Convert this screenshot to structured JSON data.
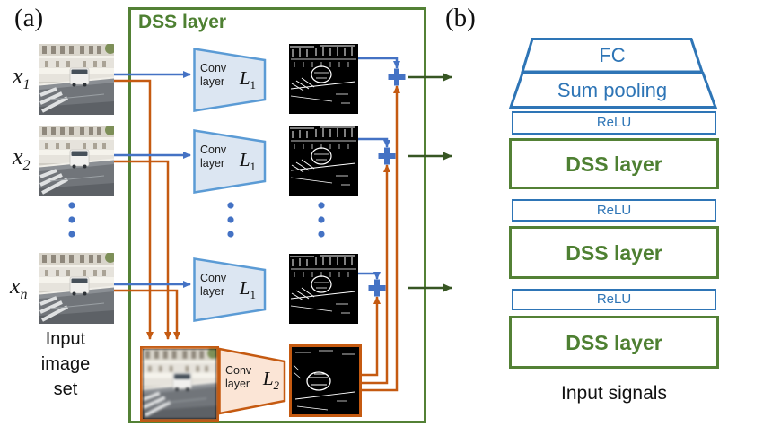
{
  "figure": {
    "panel_a": {
      "label": "(a)",
      "dss_box_title": "DSS layer",
      "inputs": [
        {
          "base": "x",
          "sub": "1"
        },
        {
          "base": "x",
          "sub": "2"
        },
        {
          "base": "x",
          "sub": "n"
        }
      ],
      "caption_lines": [
        "Input",
        "image",
        "set"
      ],
      "conv_l1": {
        "word1": "Conv",
        "word2": "layer",
        "sym_base": "L",
        "sym_sub": "1"
      },
      "conv_l2": {
        "word1": "Conv",
        "word2": "layer",
        "sym_base": "L",
        "sym_sub": "2"
      }
    },
    "panel_b": {
      "label": "(b)",
      "fc": "FC",
      "sum_pooling": "Sum pooling",
      "relu": "ReLU",
      "dss": "DSS layer",
      "caption": "Input signals"
    },
    "colors": {
      "box_green": "#538135",
      "arrow_green": "#375623",
      "blue": "#2E75B6",
      "accent_blue": "#4472C4",
      "conv_fill_blue": "#DCE6F2",
      "orange": "#C55A11",
      "conv_fill_orange": "#FBE5D6"
    }
  }
}
